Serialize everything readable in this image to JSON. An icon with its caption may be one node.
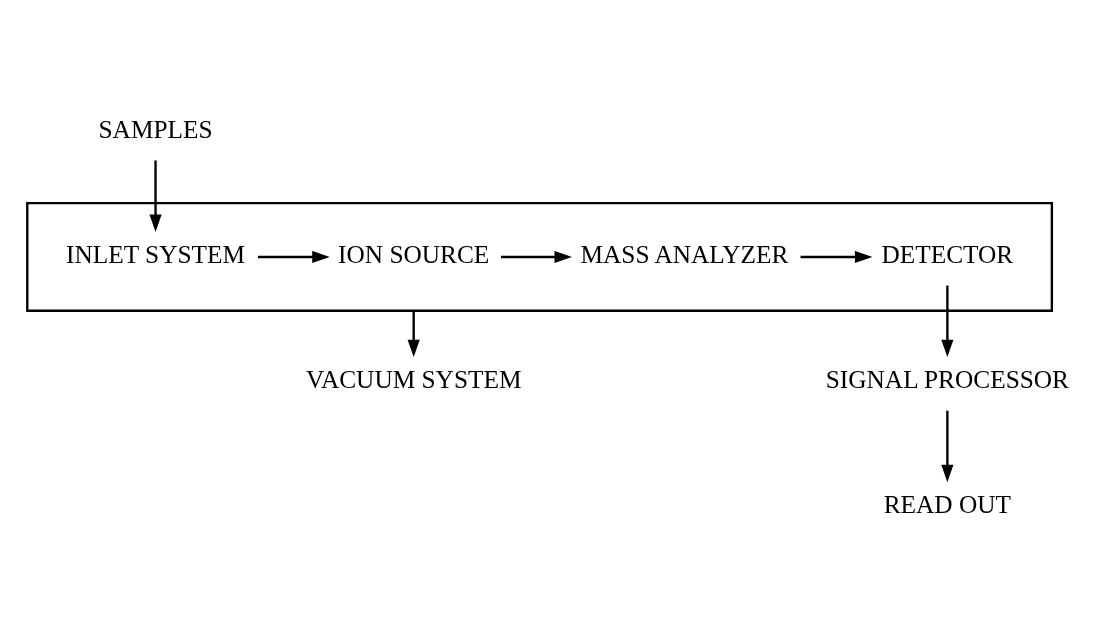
{
  "diagram": {
    "nodes": [
      {
        "text": [],
        "shape": "box"
      },
      {
        "text": [
          "SAMPLES"
        ]
      },
      {
        "text": [
          "INLET SYSTEM"
        ],
        "in": 0
      },
      {
        "text": [
          "ION SOURCE"
        ],
        "in": 0
      },
      {
        "text": [
          "MASS ANALYZER"
        ],
        "in": 0
      },
      {
        "text": [
          "DETECTOR"
        ],
        "in": 0
      },
      {
        "text": [
          "VACUUM SYSTEM"
        ]
      },
      {
        "text": [
          "SIGNAL PROCESSOR"
        ]
      },
      {
        "text": [
          "READ OUT"
        ]
      }
    ],
    "edges": [
      {
        "from": 1,
        "to": 2,
        "arrow": "to"
      },
      {
        "from": 2,
        "to": 3,
        "arrow": "to"
      },
      {
        "from": 3,
        "to": 4,
        "arrow": "to"
      },
      {
        "from": 4,
        "to": 5,
        "arrow": "to"
      },
      {
        "from": 0,
        "to": 6,
        "arrow": "to"
      },
      {
        "from": 5,
        "to": 7,
        "arrow": "to"
      },
      {
        "from": 7,
        "to": 8,
        "arrow": "to"
      }
    ]
  }
}
